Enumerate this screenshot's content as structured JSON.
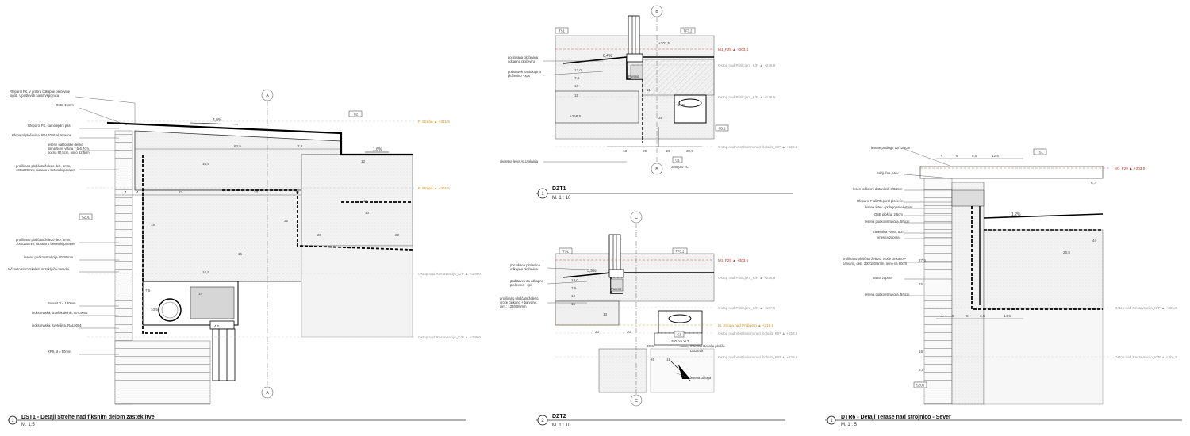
{
  "details": [
    {
      "number": "1",
      "title": "DST1 - Detajl Strehe nad fiksnim delom zasteklitve",
      "scale": "M. 1:5",
      "section_marks": [
        "A",
        "A"
      ],
      "tags": [
        "TI2",
        "SZ01"
      ],
      "slopes": [
        "4,0%",
        "1,6%"
      ],
      "levels": [
        {
          "text": "P. Strehe ▲ +351,5",
          "kind": "orange"
        },
        {
          "text": "P. Stropa ▲ +301,5",
          "kind": "orange"
        },
        {
          "text": "Ostop nad Restavracijo_K/P ▲ +305,0",
          "kind": "grey"
        },
        {
          "text": "Ostop nad Restavracijo_K/P ▲ +305,0",
          "kind": "grey"
        }
      ],
      "labels": [
        "Rfeparol FK, v grebru odkapne pločevine",
        "logoti. Upoštevati naklon/spojnica",
        "OSB, 15mm",
        "Rfeparol FK, samolepilni pas",
        "Rfeparol pločevina, RAL7016 ali terasne",
        "lesene naklonske deske",
        "širina 5cm, višina 7,5-6,7cm,",
        "bočna 80,5cm, osno 62,5cm",
        "profilirano ploščato železo deb. 5mm,",
        "100x200mm, sidrano v betonski parapet",
        "profilirano ploščato železo deb. 5mm,",
        "100x150mm, sidrano v betonski parapet",
        "lesena podkonstrukcija 80x80mm",
        "točkasto sidro Skalatit in zaključni fasadni",
        "Purenit d = 140mm",
        "inoks maska, izdelek delnic, RAL9004",
        "inoks maska, sveteljiva, RAL9004",
        "XPS, d = 50mm"
      ],
      "dims": [
        "4",
        "4",
        "27",
        "22",
        "12",
        "63,5",
        "7,2",
        "16,5",
        "16,5",
        "14",
        "7,5",
        "10,5",
        "4,5",
        "32",
        "15",
        "12",
        "15",
        "30",
        "30",
        "10",
        "15"
      ]
    },
    {
      "number": "1",
      "title": "DZT1",
      "scale": "M. 1 : 10",
      "section_marks": [
        "B",
        "B"
      ],
      "tags": [
        "TS1",
        "TF3.2",
        "N3.1",
        "C1"
      ],
      "slopes": [
        "6,4%"
      ],
      "levels": [
        {
          "text": "M1_F29 ▲ +303,5",
          "kind": "red"
        },
        {
          "text": "Ostop nad Pritlicjem_K/P ▲ +236,8",
          "kind": "grey"
        },
        {
          "text": "Ostop nad Pritlicjem_K/P ▲ +176,5",
          "kind": "grey"
        },
        {
          "text": "Ostop nad Vestibulom nad Šolo/lo_K/P ▲ +166,5",
          "kind": "grey"
        }
      ],
      "labels": [
        "pocinkana pločevina",
        "odkapna pločevina",
        "podstavek za odkapno",
        "pločevino - xps",
        "Purenit",
        "okenska letva ALU okvirja",
        "2/45 pro YLT"
      ],
      "dims": [
        "+303,5",
        "+2,72",
        "+258,5",
        "13,0",
        "7,5",
        "10",
        "15",
        "13",
        "20",
        "20",
        "30,5",
        "11",
        "25"
      ]
    },
    {
      "number": "2",
      "title": "DZT2",
      "scale": "M. 1 : 10",
      "section_marks": [
        "C",
        "C"
      ],
      "tags": [
        "TS1",
        "TF3.2",
        "C1"
      ],
      "slopes": [
        "5,9%"
      ],
      "levels": [
        {
          "text": "M1_F29 ▲ +303,5",
          "kind": "red"
        },
        {
          "text": "Ostop nad Pritlicjem_K/P ▲ +236,8",
          "kind": "grey"
        },
        {
          "text": "Ostop nad Pritlicjem_K/P ▲ +157,5",
          "kind": "grey"
        },
        {
          "text": "M. Stropa nad Pritlicjem ▲ +216,5",
          "kind": "orange"
        },
        {
          "text": "Ostop nad Vestibulom nad Šolo/lo_K/P ▲ +158,5",
          "kind": "grey"
        },
        {
          "text": "Ostop nad Vestibulom nad Šolo/lo_K/P ▲ +138,5",
          "kind": "grey"
        }
      ],
      "labels": [
        "pocinkana pločevina",
        "odkapna pločevina",
        "podstavek za odkapno",
        "pločevino - xps",
        "profilirano ploščato železo,",
        "vroče cinkano + barvano,",
        "dim.: 130/80/5mm",
        "Purenit",
        "mavčna stenska plošča",
        "LED trak",
        "lesena obloga",
        "260 pro YLT"
      ],
      "dims": [
        "13,0",
        "7,5",
        "10",
        "15",
        "13",
        "20",
        "20",
        "30,5",
        "25",
        "11"
      ]
    },
    {
      "number": "1",
      "title": "DTR6 - Detajl Terase nad strojnico - Sever",
      "scale": "M. 1 : 5",
      "section_marks": [],
      "tags": [
        "TS1",
        "SZ08"
      ],
      "slopes": [
        "1,2%"
      ],
      "levels": [
        {
          "text": "M1_F29 ▲ +303,5",
          "kind": "red"
        },
        {
          "text": "Ostop nad Restavracijo_K/P ▲ +301,5",
          "kind": "grey"
        },
        {
          "text": "Ostop nad Restavracijo_K/P ▲ +301,5",
          "kind": "grey"
        }
      ],
      "labels": [
        "lesene podloge 12/12/2cm",
        "zaključna letev",
        "lesen točkovni distančnik 8/8/2cm",
        "Rfeparol F ali Rfeparol pločevin",
        "lesena letev - prilagojen element",
        "OSB plošča, 2,5cm",
        "lesena podkonstrukcija, 5/5cm",
        "mineralna volna, 5cm",
        "vmesna zapora",
        "profilirano ploščato železo, vroče cinkano +",
        "barvano, deb. 300/180/5mm, osno na 80cm",
        "parna zapora",
        "lesena podkonstrukcija, 5/5cm"
      ],
      "dims": [
        "4",
        "6",
        "6,5",
        "12,5",
        "4",
        "6",
        "5",
        "3,5",
        "14,5",
        "6,7",
        "44",
        "26,5",
        "27,5",
        "15",
        "15",
        "3,5"
      ]
    }
  ]
}
